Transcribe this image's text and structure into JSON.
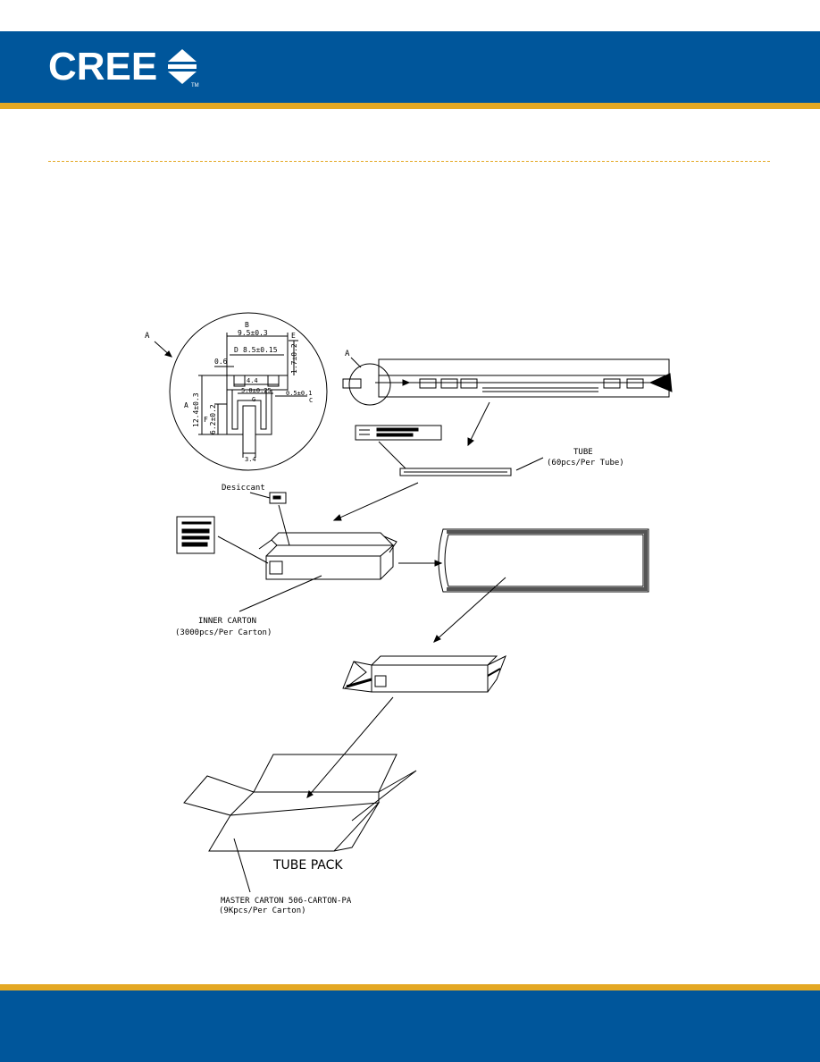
{
  "brand": {
    "logo_text": "CREE",
    "trademark": "TM",
    "blue": "#00569b",
    "gold": "#e4a823"
  },
  "detail": {
    "callout": "A",
    "dim_b_label": "B",
    "dim_b": "9.5±0.3",
    "dim_d_label": "D",
    "dim_d": "8.5±0.15",
    "dim_e_label": "E",
    "dim_e": "1.7±0.2",
    "dim_06": "0.6",
    "dim_44": "4.4",
    "dim_50": "5.0±0.25",
    "dim_g_label": "G",
    "dim_c": "0.5±0.1",
    "dim_c_label": "C",
    "dim_a_label": "A",
    "dim_a": "12.4±0.3",
    "dim_f_label": "F",
    "dim_f": "6.2±0.2",
    "dim_34": "3.4"
  },
  "tube_label": "TUBE",
  "tube_qty": "(60pcs/Per Tube)",
  "desiccant_label": "Desiccant",
  "inner_carton_label": "INNER CARTON",
  "inner_carton_qty": "(3000pcs/Per Carton)",
  "tube_pack_label": "TUBE PACK",
  "master_carton_label": "MASTER CARTON  506-CARTON-PA",
  "master_carton_qty": "(9Kpcs/Per Carton)"
}
